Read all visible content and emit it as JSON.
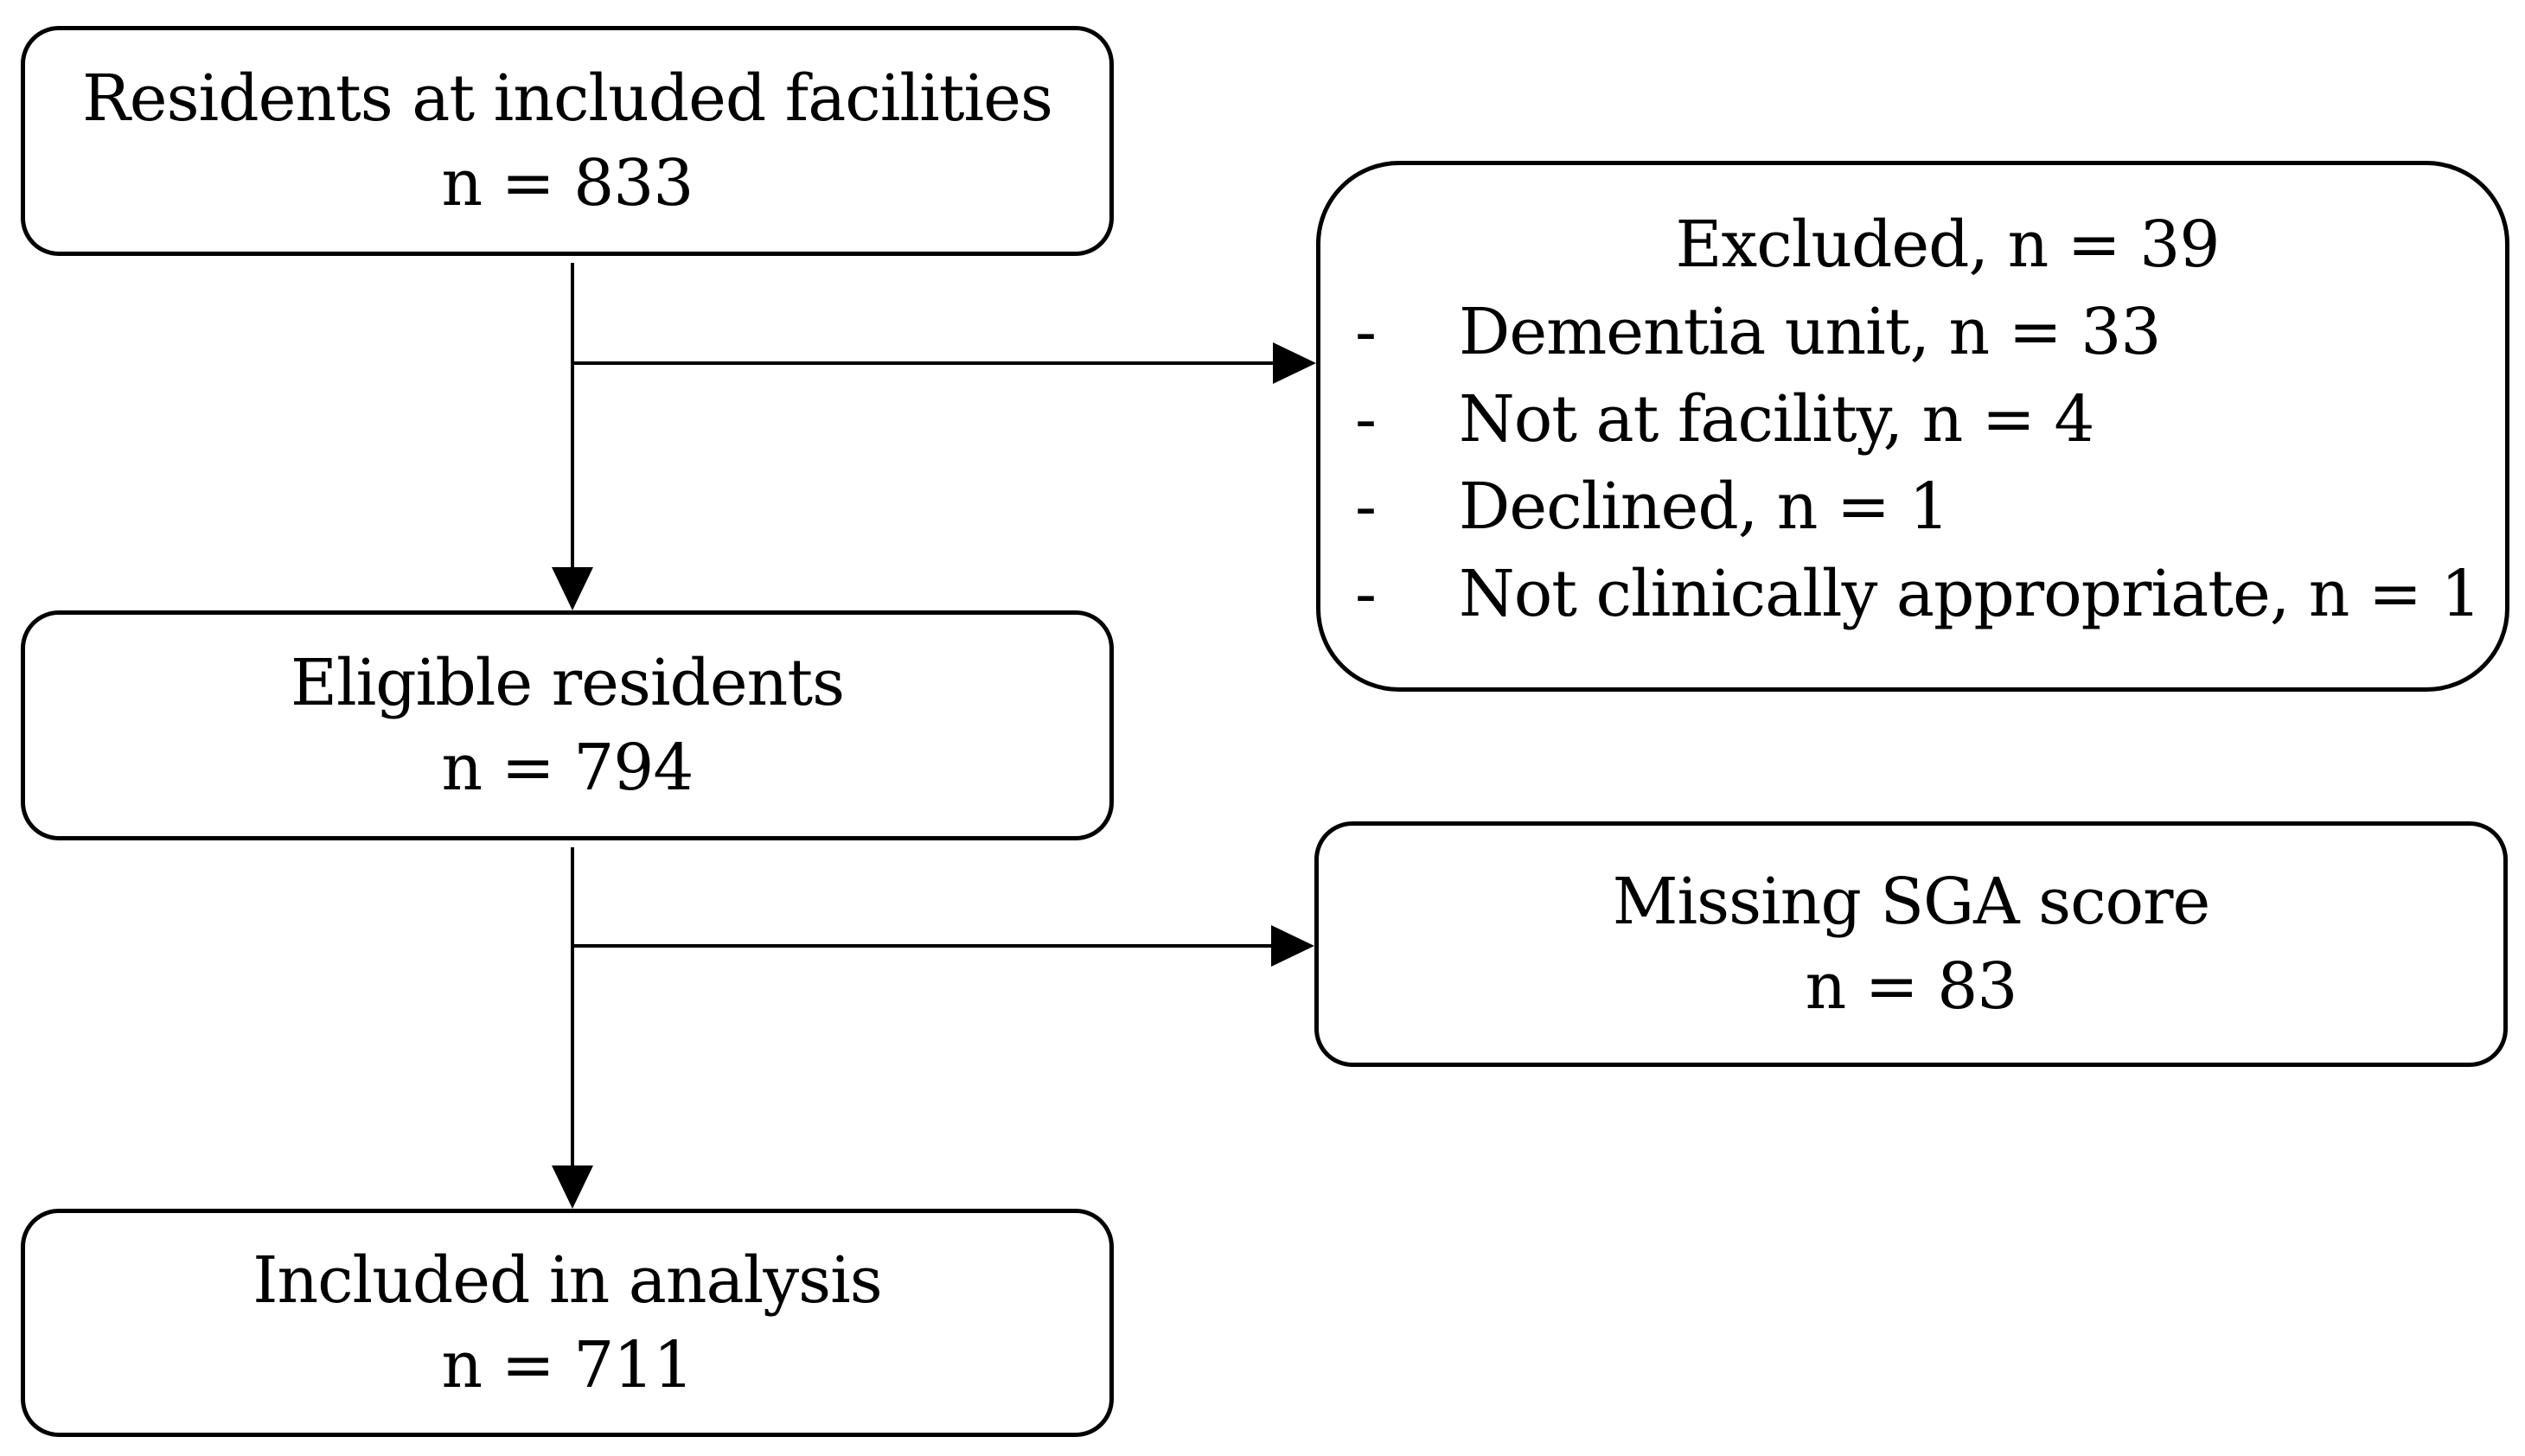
{
  "boxes": {
    "residents": {
      "title": "Residents at included facilities",
      "count": "n = 833"
    },
    "eligible": {
      "title": "Eligible residents",
      "count": "n = 794"
    },
    "included": {
      "title": "Included in analysis",
      "count": "n = 711"
    },
    "excluded": {
      "title": "Excluded, n = 39",
      "items": [
        {
          "bullet": "-",
          "text": "Dementia unit, n = 33"
        },
        {
          "bullet": "-",
          "text": "Not at facility, n = 4"
        },
        {
          "bullet": "-",
          "text": "Declined, n = 1"
        },
        {
          "bullet": "-",
          "text": "Not clinically appropriate, n = 1"
        }
      ]
    },
    "missing": {
      "title": "Missing SGA score",
      "count": "n = 83"
    }
  },
  "colors": {
    "stroke": "#000000",
    "background": "#ffffff"
  }
}
